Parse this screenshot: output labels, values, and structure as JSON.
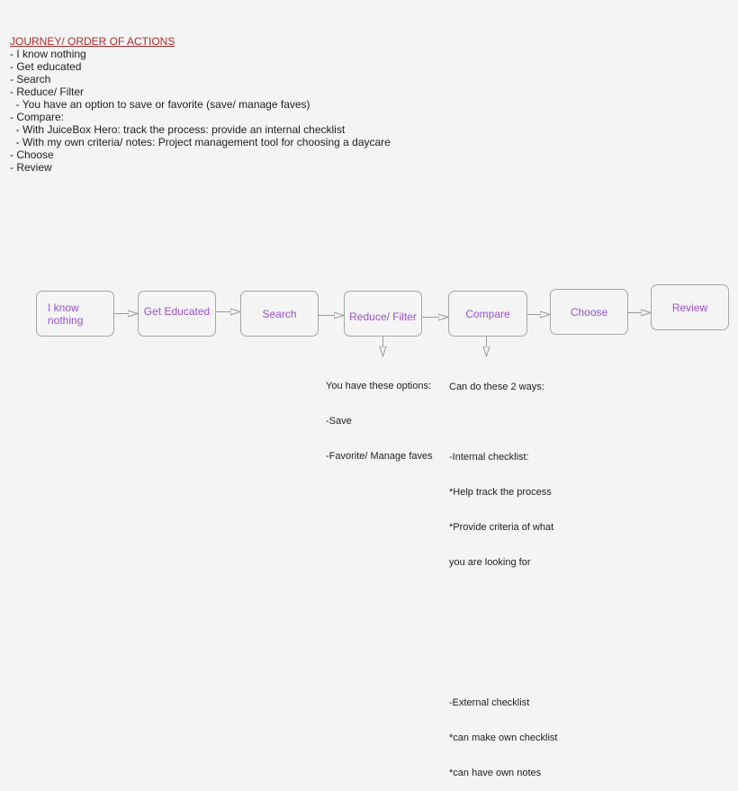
{
  "notes": {
    "heading": "JOURNEY/ ORDER OF ACTIONS",
    "lines": [
      "- I know nothing",
      "- Get educated",
      "- Search",
      "- Reduce/ Filter",
      "  - You have an option to save or favorite (save/ manage faves)",
      "- Compare:",
      "  - With JuiceBox Hero: track the process: provide an internal checklist",
      "  - With my own criteria/ notes: Project management tool for choosing a daycare",
      "- Choose",
      "- Review"
    ]
  },
  "flow": {
    "steps": [
      {
        "id": "i-know-nothing",
        "label": "I know\nnothing"
      },
      {
        "id": "get-educated",
        "label": "Get Educated"
      },
      {
        "id": "search",
        "label": "Search"
      },
      {
        "id": "reduce-filter",
        "label": "Reduce/ Filter"
      },
      {
        "id": "compare",
        "label": "Compare"
      },
      {
        "id": "choose",
        "label": "Choose"
      },
      {
        "id": "review",
        "label": "Review"
      }
    ]
  },
  "annotations": {
    "reduce_filter": {
      "lines": [
        "You have these options:",
        "-Save",
        "-Favorite/ Manage faves"
      ]
    },
    "compare": {
      "lines": [
        "Can do these 2 ways:",
        "",
        "-Internal checklist:",
        "*Help track the process",
        "*Provide criteria of what",
        "you are looking for",
        "",
        "",
        "",
        "-External checklist",
        "*can make own checklist",
        "*can have own notes"
      ]
    }
  },
  "colors": {
    "background": "#f4f4f4",
    "heading": "#b02a2a",
    "box_text": "#9b4fd6",
    "box_border": "#a6a6a6",
    "connector": "#9a9a9a",
    "body_text": "#1e1e1e"
  }
}
